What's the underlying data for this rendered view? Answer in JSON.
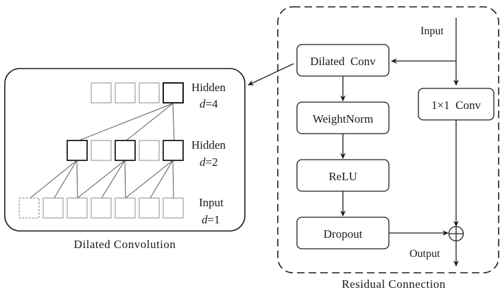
{
  "left_panel": {
    "caption": "Dilated Convolution",
    "layers": [
      {
        "name": "Hidden",
        "dilation": "d=4",
        "d_var": "d",
        "d_val": "=4"
      },
      {
        "name": "Hidden",
        "dilation": "d=2",
        "d_var": "d",
        "d_val": "=2"
      },
      {
        "name": "Input",
        "dilation": "d=1",
        "d_var": "d",
        "d_val": "=1"
      }
    ]
  },
  "right_panel": {
    "caption": "Residual Connection",
    "input_label": "Input",
    "output_label": "Output",
    "blocks": {
      "dilated_conv": "Dilated  Conv",
      "weight_norm": "WeightNorm",
      "relu": "ReLU",
      "dropout": "Dropout",
      "conv1x1": "1×1  Conv"
    },
    "sum_symbol": "⊕"
  }
}
